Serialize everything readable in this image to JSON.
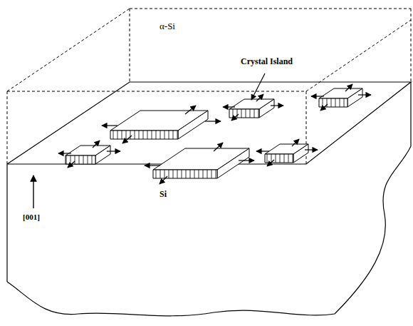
{
  "diagram": {
    "labels": [
      "α-Si",
      "Crystal Island",
      "[001]",
      "Si"
    ]
  }
}
